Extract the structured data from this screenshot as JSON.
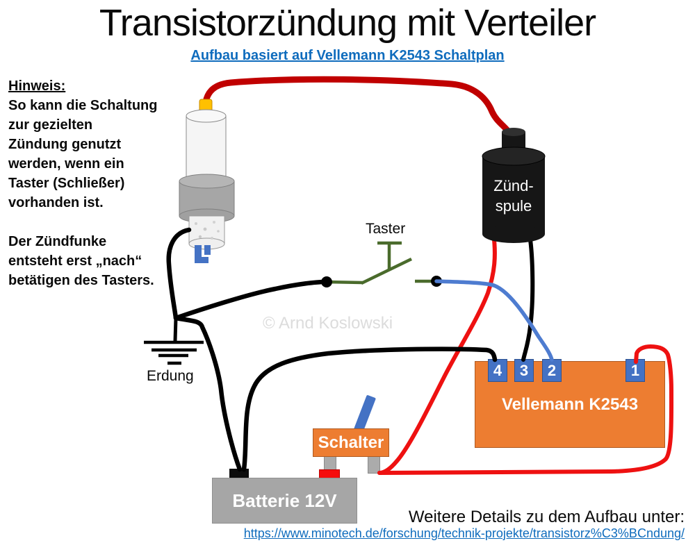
{
  "title": "Transistorzündung mit Verteiler",
  "subtitle": {
    "label": "Aufbau basiert auf Vellemann K2543 Schaltplan"
  },
  "note": {
    "heading": "Hinweis:",
    "para1": "So kann die Schaltung\nzur gezielten\nZündung genutzt\nwerden, wenn ein\nTaster (Schließer)\nvorhanden ist.",
    "para2": "Der Zündfunke\nentsteht erst „nach“\nbetätigen des Tasters."
  },
  "labels": {
    "taster": "Taster",
    "erdung": "Erdung",
    "zuendspule": "Zünd-\nspule",
    "schalter": "Schalter",
    "batterie": "Batterie 12V",
    "vellemann": "Vellemann K2543"
  },
  "terminals": [
    {
      "number": "4"
    },
    {
      "number": "3"
    },
    {
      "number": "2"
    },
    {
      "number": "1"
    }
  ],
  "watermark": "© Arnd Koslowski",
  "footer": {
    "text": "Weitere Details zu dem Aufbau unter:",
    "link": "https://www.minotech.de/forschung/technik-projekte/transistorz%C3%BCndung/"
  },
  "colors": {
    "wire_red": "#EE1111",
    "wire_dark_red": "#C00000",
    "wire_black": "#000000",
    "wire_blue": "#4E7CD0",
    "wire_green": "#4A6B2C",
    "box_orange": "#ED7D31",
    "terminal_blue": "#4472C4",
    "battery_gray": "#A6A6A6",
    "link_blue": "#0F6CBD",
    "watermark_gray": "#DCDCDC"
  }
}
